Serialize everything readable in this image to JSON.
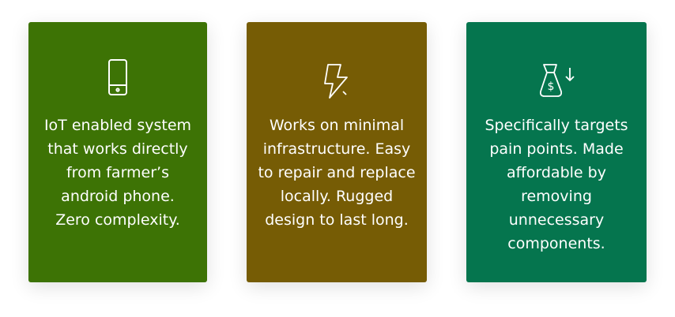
{
  "colors": {
    "card1": "#3d7305",
    "card2": "#765c05",
    "card3": "#05754e"
  },
  "cards": [
    {
      "icon": "smartphone-icon",
      "text": "IoT enabled system that works directly from farmer’s android phone. Zero complexity."
    },
    {
      "icon": "lightning-icon",
      "text": "Works on minimal infrastructure. Easy to repair and replace locally. Rugged design to last long."
    },
    {
      "icon": "money-bag-down-icon",
      "text": "Specifically targets pain points. Made affordable by removing unnecessary components."
    }
  ]
}
